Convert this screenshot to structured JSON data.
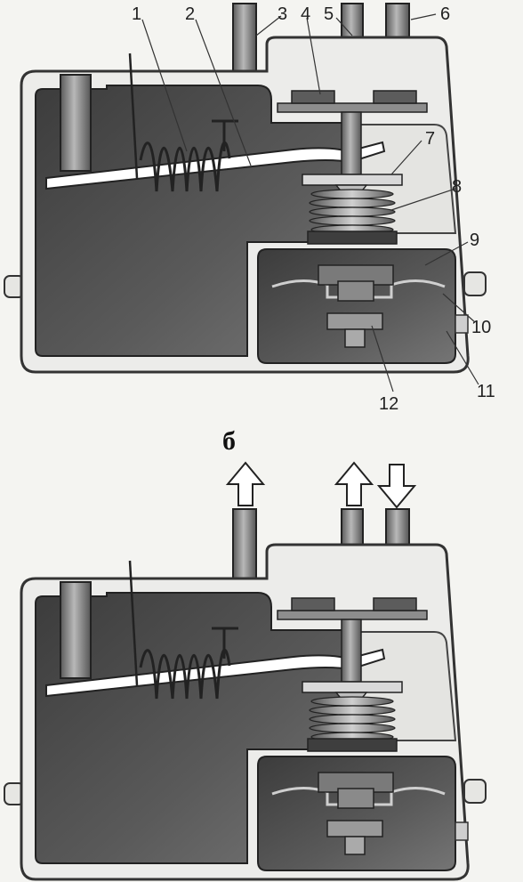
{
  "figure_top": {
    "callouts": [
      "1",
      "2",
      "3",
      "4",
      "5",
      "6",
      "7",
      "8",
      "9",
      "10",
      "11",
      "12"
    ]
  },
  "figure_bottom": {
    "caption": "б"
  },
  "colors": {
    "housing_outline": "#333333",
    "housing_fill": "#e9e9e6",
    "chamber_dark": "#4d4d4d",
    "chamber_mid": "#6b6b6b",
    "pipe": "#808080",
    "lever": "#ffffff"
  },
  "icons": {
    "flow_out": "arrow-up-icon",
    "flow_in": "arrow-down-icon"
  }
}
